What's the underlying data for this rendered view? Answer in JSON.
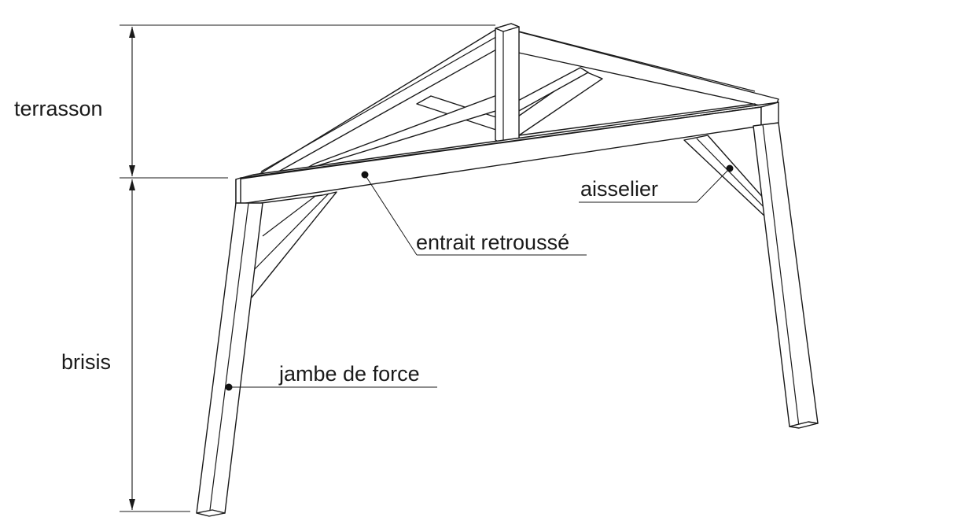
{
  "labels": {
    "terrasson": "terrasson",
    "brisis": "brisis",
    "entrait": "entrait retroussé",
    "aisselier": "aisselier",
    "jambe": "jambe de force"
  },
  "colors": {
    "line": "#1a1a1a",
    "background": "#ffffff"
  }
}
